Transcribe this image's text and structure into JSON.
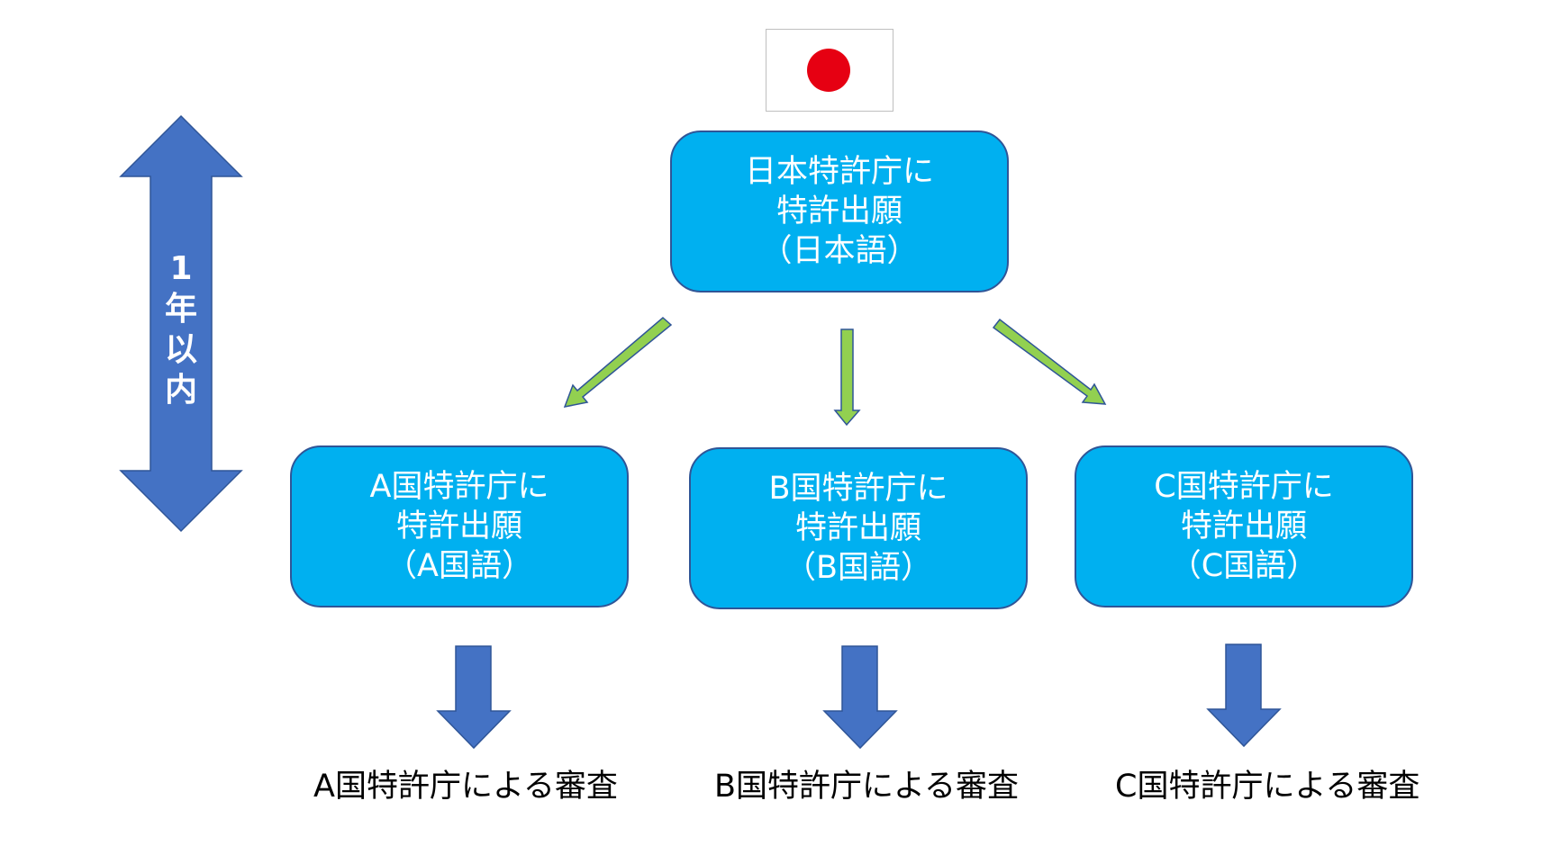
{
  "flag": {
    "name": "japan-flag",
    "sun_color": "#e60012"
  },
  "period_arrow": {
    "chars": [
      "1",
      "年",
      "以",
      "内"
    ],
    "color": "#4472c4"
  },
  "japan_box": {
    "lines": [
      "日本特許庁に",
      "特許出願",
      "（日本語）"
    ]
  },
  "country_boxes": [
    {
      "lines": [
        "A国特許庁に",
        "特許出願",
        "（A国語）"
      ],
      "caption": "A国特許庁による審査"
    },
    {
      "lines": [
        "B国特許庁に",
        "特許出願",
        "（B国語）"
      ],
      "caption": "B国特許庁による審査"
    },
    {
      "lines": [
        "C国特許庁に",
        "特許出願",
        "（C国語）"
      ],
      "caption": "C国特許庁による審査"
    }
  ],
  "colors": {
    "box_fill": "#00b0f0",
    "box_border": "#2f5597",
    "green_arrow": "#92d050",
    "blue_arrow": "#4472c4"
  }
}
